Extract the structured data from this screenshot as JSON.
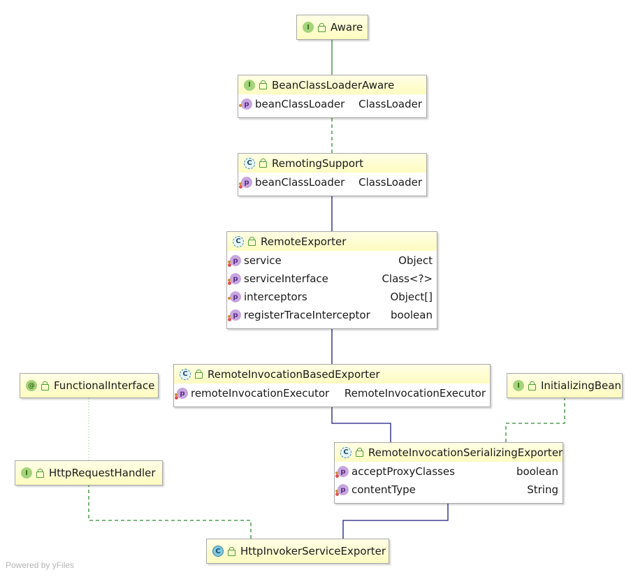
{
  "nodes": {
    "aware": {
      "kind": "I",
      "name": "Aware",
      "props": []
    },
    "beanclassloaderaware": {
      "kind": "I",
      "name": "BeanClassLoaderAware",
      "props": [
        {
          "name": "beanClassLoader",
          "type": "ClassLoader"
        }
      ]
    },
    "remotingsupport": {
      "kind": "C",
      "name": "RemotingSupport",
      "props": [
        {
          "name": "beanClassLoader",
          "type": "ClassLoader"
        }
      ]
    },
    "remoteexporter": {
      "kind": "C",
      "name": "RemoteExporter",
      "props": [
        {
          "name": "service",
          "type": "Object"
        },
        {
          "name": "serviceInterface",
          "type": "Class<?>"
        },
        {
          "name": "interceptors",
          "type": "Object[]"
        },
        {
          "name": "registerTraceInterceptor",
          "type": "boolean"
        }
      ]
    },
    "remoteinvocationbasedexporter": {
      "kind": "C",
      "name": "RemoteInvocationBasedExporter",
      "props": [
        {
          "name": "remoteInvocationExecutor",
          "type": "RemoteInvocationExecutor"
        }
      ]
    },
    "functionalinterface": {
      "kind": "@",
      "name": "FunctionalInterface",
      "props": []
    },
    "initializingbean": {
      "kind": "I",
      "name": "InitializingBean",
      "props": []
    },
    "httprequesthandler": {
      "kind": "I",
      "name": "HttpRequestHandler",
      "props": []
    },
    "remoteinvocationserializingexporter": {
      "kind": "C",
      "name": "RemoteInvocationSerializingExporter",
      "props": [
        {
          "name": "acceptProxyClasses",
          "type": "boolean"
        },
        {
          "name": "contentType",
          "type": "String"
        }
      ]
    },
    "httpinvokerserviceexporter": {
      "kind": "C",
      "name": "HttpInvokerServiceExporter",
      "props": []
    }
  },
  "colors": {
    "extends_line": "#1a1a80",
    "implements_line": "#2e8b2e",
    "annotation_line": "#7fbf7f",
    "header_fill": "#fdfcc0",
    "border": "#a8a8a8"
  },
  "footer": {
    "watermark": "Powered by yFiles"
  }
}
